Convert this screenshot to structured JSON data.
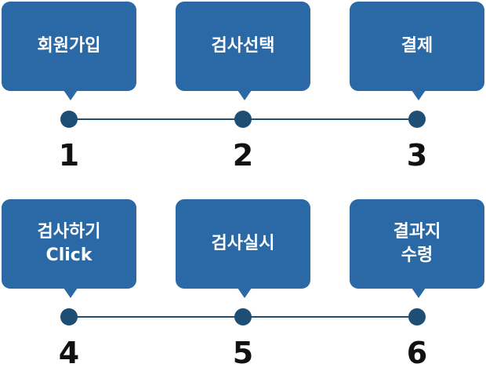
{
  "colors": {
    "box_fill": "#2a69a5",
    "connector": "#1f4e74",
    "box_text": "#ffffff",
    "number_text": "#111111"
  },
  "steps": [
    {
      "number": "1",
      "label": "회원가입"
    },
    {
      "number": "2",
      "label": "검사선택"
    },
    {
      "number": "3",
      "label": "결제"
    },
    {
      "number": "4",
      "label": "검사하기\nClick"
    },
    {
      "number": "5",
      "label": "검사실시"
    },
    {
      "number": "6",
      "label": "결과지\n수령"
    }
  ]
}
